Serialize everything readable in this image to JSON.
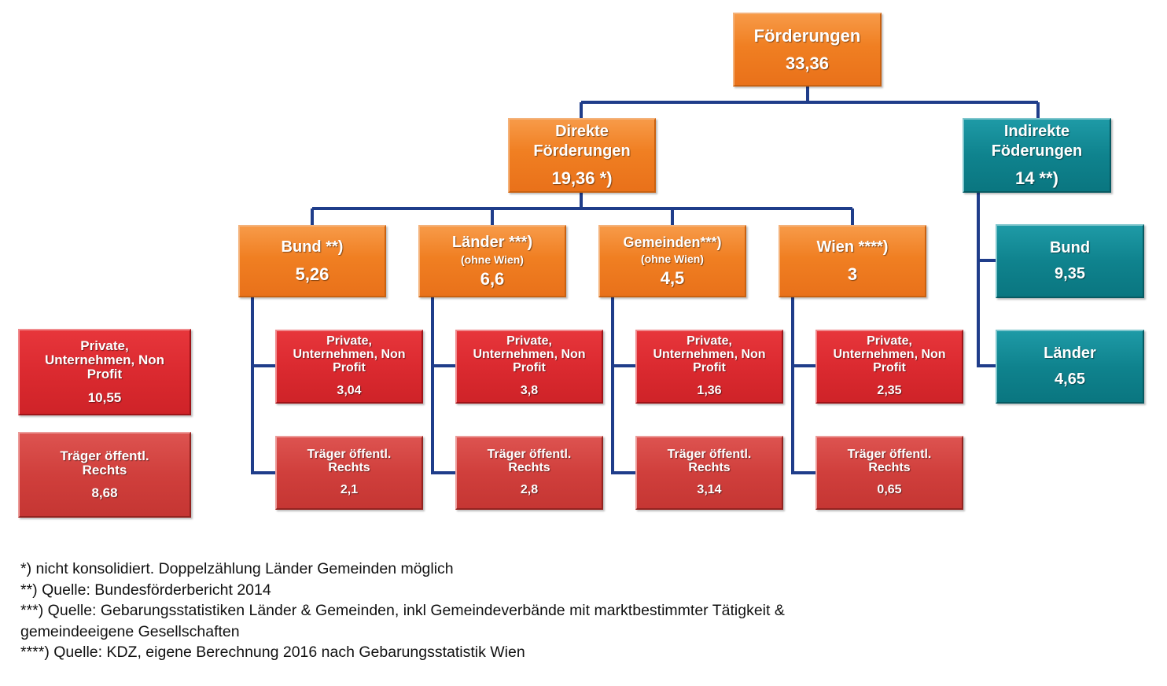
{
  "colors": {
    "orange": "#f07f22",
    "teal": "#0f838e",
    "red": "#db2a30",
    "red_dark": "#d03f3c",
    "connector": "#1f3d8a"
  },
  "root": {
    "label": "Förderungen",
    "value": "33,36"
  },
  "direct": {
    "label_line1": "Direkte",
    "label_line2": "Förderungen",
    "value": "19,36 *)"
  },
  "indirect": {
    "label_line1": "Indirekte",
    "label_line2": "Föderungen",
    "value": "14 **)",
    "children": [
      {
        "label": "Bund",
        "value": "9,35"
      },
      {
        "label": "Länder",
        "value": "4,65"
      }
    ]
  },
  "levels": [
    {
      "label": "Bund **)",
      "sub": "",
      "value": "5,26",
      "private": {
        "l1": "Private,",
        "l2": "Unternehmen, Non",
        "l3": "Profit",
        "value": "3,04"
      },
      "public": {
        "l1": "Träger öffentl.",
        "l2": "Rechts",
        "value": "2,1"
      }
    },
    {
      "label": "Länder  ***)",
      "sub": "(ohne Wien)",
      "value": "6,6",
      "private": {
        "l1": "Private,",
        "l2": "Unternehmen, Non",
        "l3": "Profit",
        "value": "3,8"
      },
      "public": {
        "l1": "Träger öffentl.",
        "l2": "Rechts",
        "value": "2,8"
      }
    },
    {
      "label": "Gemeinden***)",
      "sub": "(ohne Wien)",
      "value": "4,5",
      "private": {
        "l1": "Private,",
        "l2": "Unternehmen, Non",
        "l3": "Profit",
        "value": "1,36"
      },
      "public": {
        "l1": "Träger öffentl.",
        "l2": "Rechts",
        "value": "3,14"
      }
    },
    {
      "label": "Wien ****)",
      "sub": "",
      "value": "3",
      "private": {
        "l1": "Private,",
        "l2": "Unternehmen, Non",
        "l3": "Profit",
        "value": "2,35"
      },
      "public": {
        "l1": "Träger öffentl.",
        "l2": "Rechts",
        "value": "0,65"
      }
    }
  ],
  "totals": {
    "private": {
      "l1": "Private,",
      "l2": "Unternehmen, Non",
      "l3": "Profit",
      "value": "10,55"
    },
    "public": {
      "l1": "Träger öffentl.",
      "l2": "Rechts",
      "value": "8,68"
    }
  },
  "footnotes": [
    "*) nicht konsolidiert. Doppelzählung Länder Gemeinden möglich",
    "**) Quelle: Bundesförderbericht 2014",
    "***) Quelle: Gebarungsstatistiken Länder & Gemeinden, inkl Gemeindeverbände mit marktbestimmter Tätigkeit &",
    "gemeindeeigene Gesellschaften",
    "****) Quelle: KDZ, eigene Berechnung 2016 nach Gebarungsstatistik Wien"
  ]
}
